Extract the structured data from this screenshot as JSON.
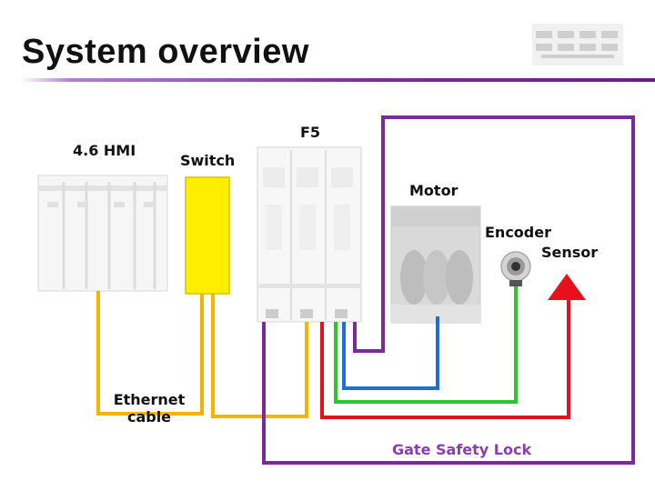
{
  "slide": {
    "title": "System overview"
  },
  "labels": {
    "hmi": "4.6 HMI",
    "switch": "Switch",
    "f5": "F5",
    "motor": "Motor",
    "encoder": "Encoder",
    "sensor": "Sensor",
    "ethernet_line1": "Ethernet",
    "ethernet_line2": "cable",
    "gate_safety_lock": "Gate Safety Lock"
  },
  "colors": {
    "ethernet": "#f4b400",
    "purple": "#7a2a9a",
    "red": "#e0131b",
    "green": "#2ec52e",
    "blue": "#1f6fd0",
    "switch_fill": "#ffee00",
    "sensor_triangle": "#e8101a"
  }
}
